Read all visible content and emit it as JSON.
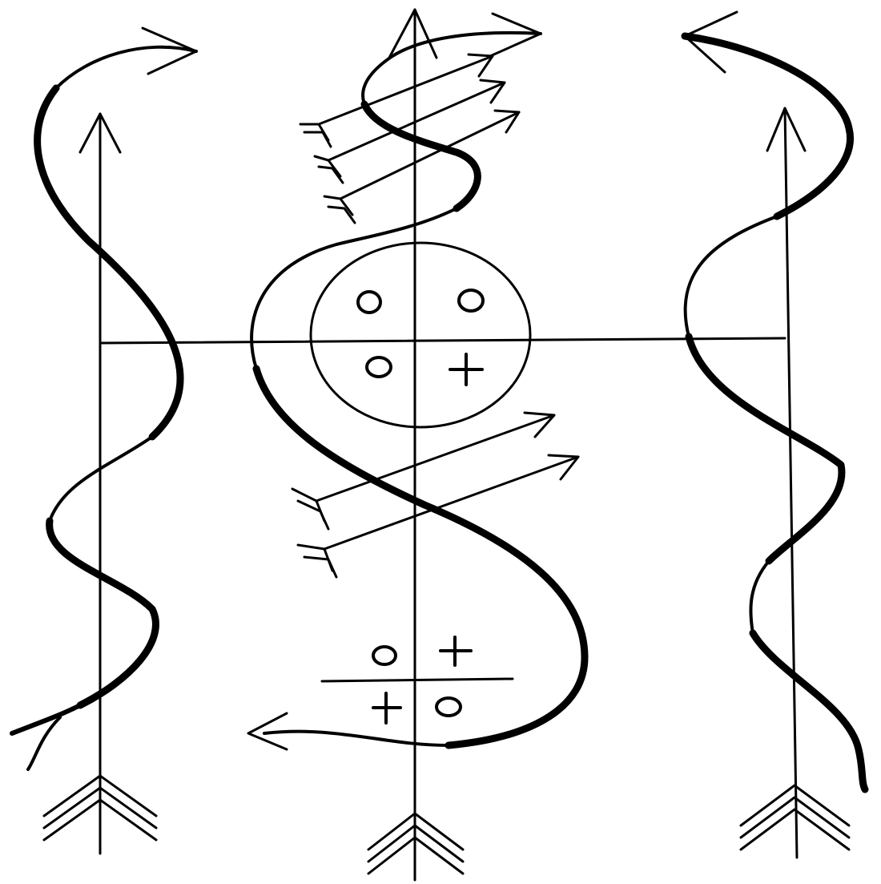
{
  "sigil": {
    "circle_quadrants": {
      "top_left": "o",
      "top_right": "o",
      "bottom_left": "o",
      "bottom_right": "+"
    },
    "lower_figure": {
      "top_left": "o",
      "top_right": "+",
      "bottom_left": "+",
      "bottom_right": "o"
    }
  },
  "colors": {
    "ink": "#000000",
    "paper": "#ffffff"
  }
}
